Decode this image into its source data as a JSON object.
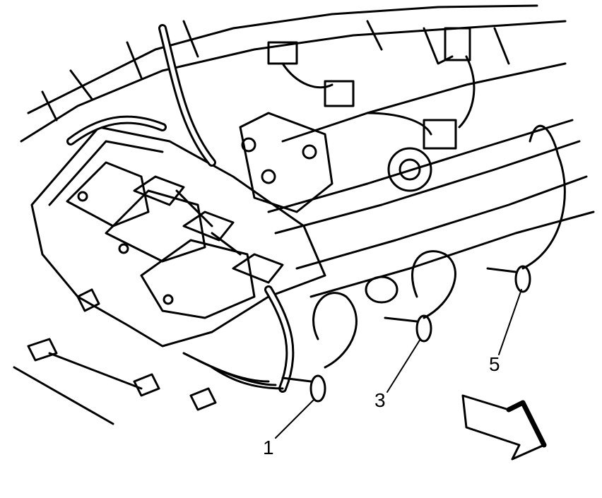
{
  "diagram": {
    "callouts": [
      {
        "number": "1"
      },
      {
        "number": "3"
      },
      {
        "number": "5"
      }
    ],
    "line_color": "#000000",
    "background_color": "#ffffff"
  }
}
